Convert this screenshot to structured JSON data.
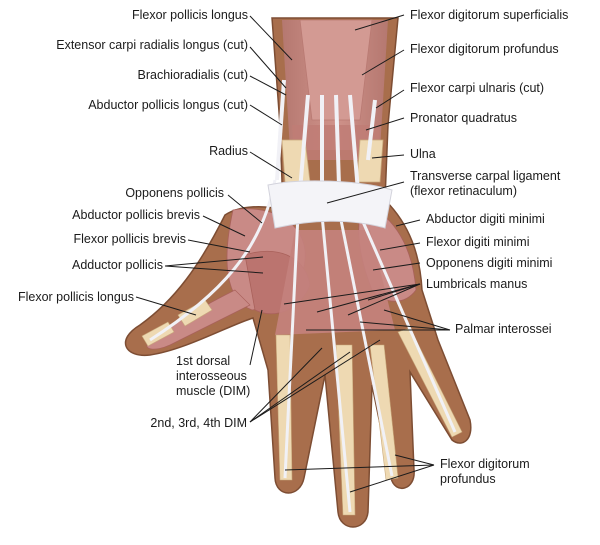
{
  "labels": {
    "flexor_pollicis_longus_top": "Flexor pollicis longus",
    "extensor_carpi_radialis_longus": "Extensor carpi radialis longus (cut)",
    "brachioradialis": "Brachioradialis (cut)",
    "abductor_pollicis_longus": "Abductor pollicis longus (cut)",
    "radius": "Radius",
    "opponens_pollicis": "Opponens pollicis",
    "abductor_pollicis_brevis": "Abductor pollicis brevis",
    "flexor_pollicis_brevis": "Flexor pollicis brevis",
    "adductor_pollicis": "Adductor pollicis",
    "flexor_pollicis_longus_thumb": "Flexor pollicis longus",
    "first_dim_line1": "1st dorsal",
    "first_dim_line2": "interosseous",
    "first_dim_line3": "muscle (DIM)",
    "dim_234": "2nd, 3rd, 4th DIM",
    "flexor_digitorum_superficialis": "Flexor digitorum superficialis",
    "flexor_digitorum_profundus_top": "Flexor digitorum profundus",
    "flexor_carpi_ulnaris": "Flexor carpi ulnaris (cut)",
    "pronator_quadratus": "Pronator quadratus",
    "ulna": "Ulna",
    "transverse_carpal_line1": "Transverse carpal ligament",
    "transverse_carpal_line2": "(flexor retinaculum)",
    "abductor_digiti_minimi": "Abductor digiti minimi",
    "flexor_digiti_minimi": "Flexor digiti minimi",
    "opponens_digiti_minimi": "Opponens digiti minimi",
    "lumbricals_manus": "Lumbricals manus",
    "palmar_interossei": "Palmar interossei",
    "fdp_bottom_line1": "Flexor digitorum",
    "fdp_bottom_line2": "profundus"
  },
  "colors": {
    "skin": "#a86e4c",
    "skin_edge": "#7d4d33",
    "muscle": "#c98a86",
    "muscle_dark": "#b0665f",
    "bone": "#eed9b2",
    "tendon": "#f1f1f6",
    "ligament": "#f4f4f8",
    "leader": "#1b1b1b"
  }
}
